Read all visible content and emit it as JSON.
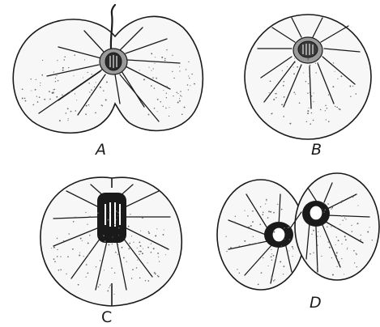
{
  "figure": {
    "panels": [
      {
        "id": "A",
        "label": "A"
      },
      {
        "id": "B",
        "label": "B"
      },
      {
        "id": "C",
        "label": "C"
      },
      {
        "id": "D",
        "label": "D"
      }
    ]
  },
  "colors": {
    "ink": "#1a1a1a",
    "cell_fill": "#f7f7f7",
    "background": "#ffffff"
  }
}
